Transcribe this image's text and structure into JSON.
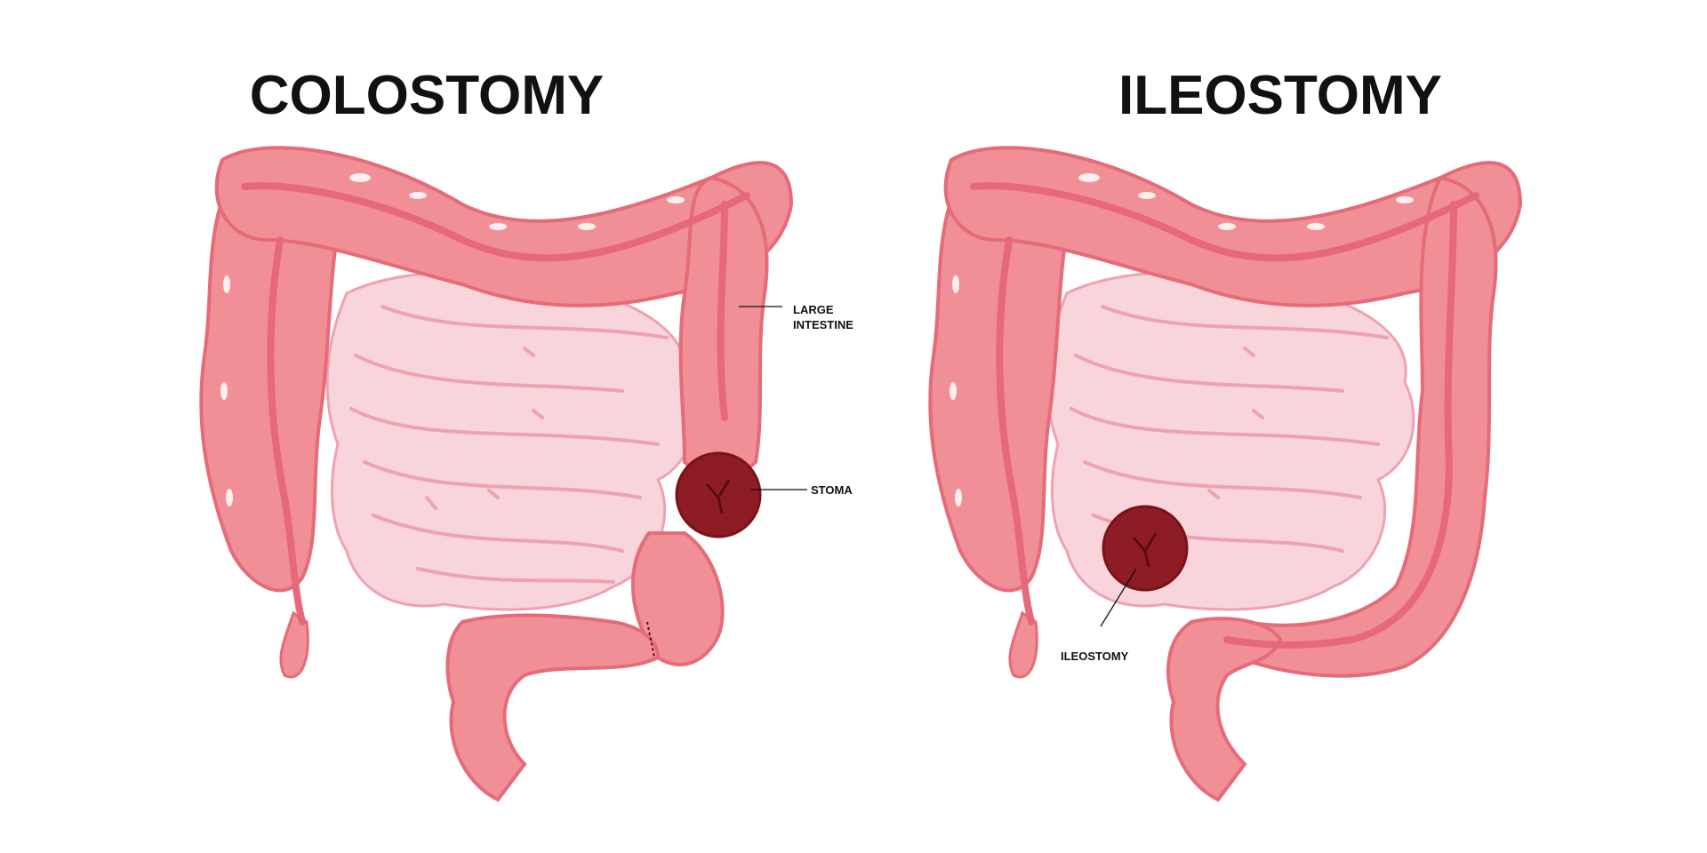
{
  "panels": [
    {
      "title": "COLOSTOMY",
      "labels": {
        "large_intestine": "LARGE\nINTESTINE",
        "stoma": "STOMA"
      }
    },
    {
      "title": "ILEOSTOMY",
      "labels": {
        "ileostomy": "ILEOSTOMY"
      }
    }
  ],
  "colors": {
    "colon_fill": "#f08f96",
    "colon_outline": "#e56b79",
    "colon_band": "#e7687a",
    "small_intestine_fill": "#f8d5da",
    "small_intestine_line": "#eea2b1",
    "stoma_fill": "#8e1c24",
    "stoma_dark": "#5b0c13",
    "label_text": "#111111"
  }
}
